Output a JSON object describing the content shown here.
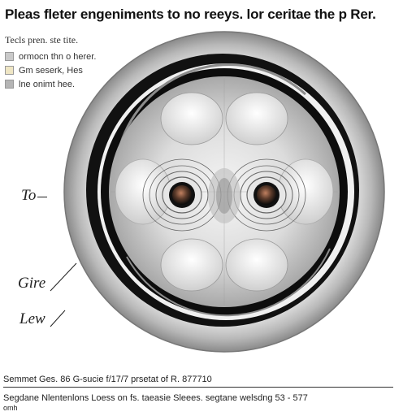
{
  "title": "Pleas fleter engeniments to no reeys. lor ceritae the p Rer.",
  "legend": {
    "heading": "Tecls pren. ste tite.",
    "items": [
      {
        "label": "ormocn thn o herer.",
        "color": "#c9c9c9"
      },
      {
        "label": "Gm seserk, Hes",
        "color": "#efe6c4"
      },
      {
        "label": "lne onimt hee.",
        "color": "#b5b5b5"
      }
    ]
  },
  "labels": {
    "top": "To",
    "middle": "Gire",
    "bottom": "Lew"
  },
  "footer": {
    "line1": "Semmet Ges. 86 G-sucie f/17/7 prsetat of R. 877710",
    "line2": "Segdane Nlentenlons Loess on fs. taeasie Sleees. segtane welsdng 53 - 577",
    "line3": "omh"
  },
  "colors": {
    "ring_outer": "#9a9a9a",
    "ring_dark": "#0d0d0d",
    "pupil": "#5a3a2a"
  }
}
